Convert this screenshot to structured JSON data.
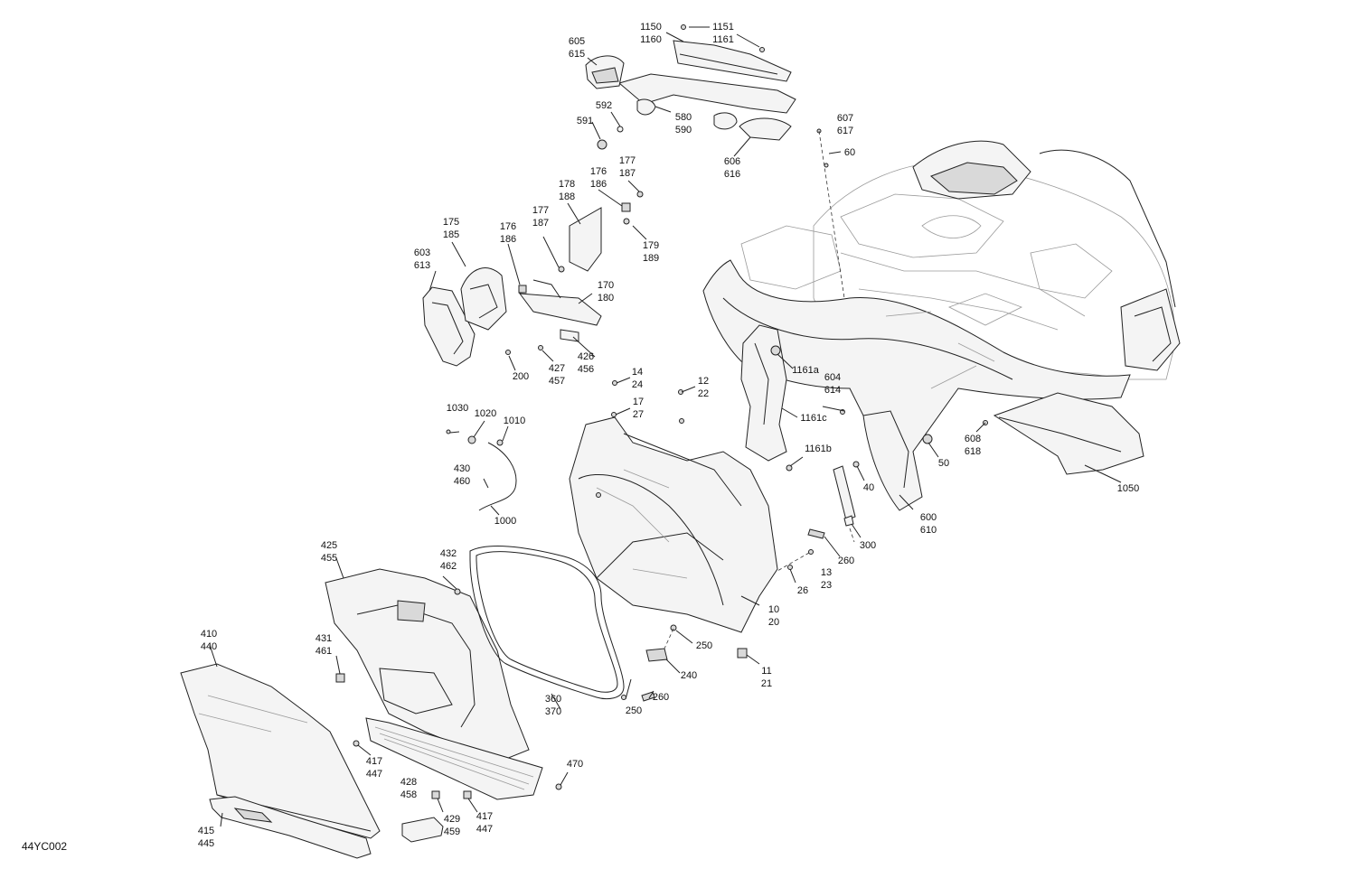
{
  "diagram": {
    "drawing_code": "44YC002",
    "callouts": [
      {
        "id": "c-1150",
        "lines": [
          "1150",
          "1160"
        ]
      },
      {
        "id": "c-1151",
        "lines": [
          "1151",
          "1161"
        ]
      },
      {
        "id": "c-605",
        "lines": [
          "605",
          "615"
        ]
      },
      {
        "id": "c-592",
        "lines": [
          "592"
        ]
      },
      {
        "id": "c-591",
        "lines": [
          "591"
        ]
      },
      {
        "id": "c-580",
        "lines": [
          "580",
          "590"
        ]
      },
      {
        "id": "c-606",
        "lines": [
          "606",
          "616"
        ]
      },
      {
        "id": "c-607",
        "lines": [
          "607",
          "617"
        ]
      },
      {
        "id": "c-60",
        "lines": [
          "60"
        ]
      },
      {
        "id": "c-177a",
        "lines": [
          "177",
          "187"
        ]
      },
      {
        "id": "c-176a",
        "lines": [
          "176",
          "186"
        ]
      },
      {
        "id": "c-178",
        "lines": [
          "178",
          "188"
        ]
      },
      {
        "id": "c-177b",
        "lines": [
          "177",
          "187"
        ]
      },
      {
        "id": "c-176b",
        "lines": [
          "176",
          "186"
        ]
      },
      {
        "id": "c-175",
        "lines": [
          "175",
          "185"
        ]
      },
      {
        "id": "c-179",
        "lines": [
          "179",
          "189"
        ]
      },
      {
        "id": "c-603",
        "lines": [
          "603",
          "613"
        ]
      },
      {
        "id": "c-170",
        "lines": [
          "170",
          "180"
        ]
      },
      {
        "id": "c-426",
        "lines": [
          "426",
          "456"
        ]
      },
      {
        "id": "c-427",
        "lines": [
          "427",
          "457"
        ]
      },
      {
        "id": "c-200",
        "lines": [
          "200"
        ]
      },
      {
        "id": "c-14",
        "lines": [
          "14",
          "24"
        ]
      },
      {
        "id": "c-12",
        "lines": [
          "12",
          "22"
        ]
      },
      {
        "id": "c-1161a",
        "lines": [
          "1161a"
        ]
      },
      {
        "id": "c-604",
        "lines": [
          "604",
          "614"
        ]
      },
      {
        "id": "c-17",
        "lines": [
          "17",
          "27"
        ]
      },
      {
        "id": "c-1161c",
        "lines": [
          "1161c"
        ]
      },
      {
        "id": "c-1030",
        "lines": [
          "1030"
        ]
      },
      {
        "id": "c-1020",
        "lines": [
          "1020"
        ]
      },
      {
        "id": "c-1010",
        "lines": [
          "1010"
        ]
      },
      {
        "id": "c-608",
        "lines": [
          "608",
          "618"
        ]
      },
      {
        "id": "c-1161b",
        "lines": [
          "1161b"
        ]
      },
      {
        "id": "c-50",
        "lines": [
          "50"
        ]
      },
      {
        "id": "c-430",
        "lines": [
          "430",
          "460"
        ]
      },
      {
        "id": "c-40",
        "lines": [
          "40"
        ]
      },
      {
        "id": "c-1050",
        "lines": [
          "1050"
        ]
      },
      {
        "id": "c-1000",
        "lines": [
          "1000"
        ]
      },
      {
        "id": "c-600",
        "lines": [
          "600",
          "610"
        ]
      },
      {
        "id": "c-300",
        "lines": [
          "300"
        ]
      },
      {
        "id": "c-425",
        "lines": [
          "425",
          "455"
        ]
      },
      {
        "id": "c-432",
        "lines": [
          "432",
          "462"
        ]
      },
      {
        "id": "c-260a",
        "lines": [
          "260"
        ]
      },
      {
        "id": "c-13",
        "lines": [
          "13",
          "23"
        ]
      },
      {
        "id": "c-26",
        "lines": [
          "26"
        ]
      },
      {
        "id": "c-10",
        "lines": [
          "10",
          "20"
        ]
      },
      {
        "id": "c-410",
        "lines": [
          "410",
          "440"
        ]
      },
      {
        "id": "c-431",
        "lines": [
          "431",
          "461"
        ]
      },
      {
        "id": "c-250a",
        "lines": [
          "250"
        ]
      },
      {
        "id": "c-11",
        "lines": [
          "11",
          "21"
        ]
      },
      {
        "id": "c-240",
        "lines": [
          "240"
        ]
      },
      {
        "id": "c-260b",
        "lines": [
          "260"
        ]
      },
      {
        "id": "c-360",
        "lines": [
          "360",
          "370"
        ]
      },
      {
        "id": "c-250b",
        "lines": [
          "250"
        ]
      },
      {
        "id": "c-417a",
        "lines": [
          "417",
          "447"
        ]
      },
      {
        "id": "c-470",
        "lines": [
          "470"
        ]
      },
      {
        "id": "c-428",
        "lines": [
          "428",
          "458"
        ]
      },
      {
        "id": "c-429",
        "lines": [
          "429",
          "459"
        ]
      },
      {
        "id": "c-417b",
        "lines": [
          "417",
          "447"
        ]
      },
      {
        "id": "c-415",
        "lines": [
          "415",
          "445"
        ]
      }
    ]
  }
}
